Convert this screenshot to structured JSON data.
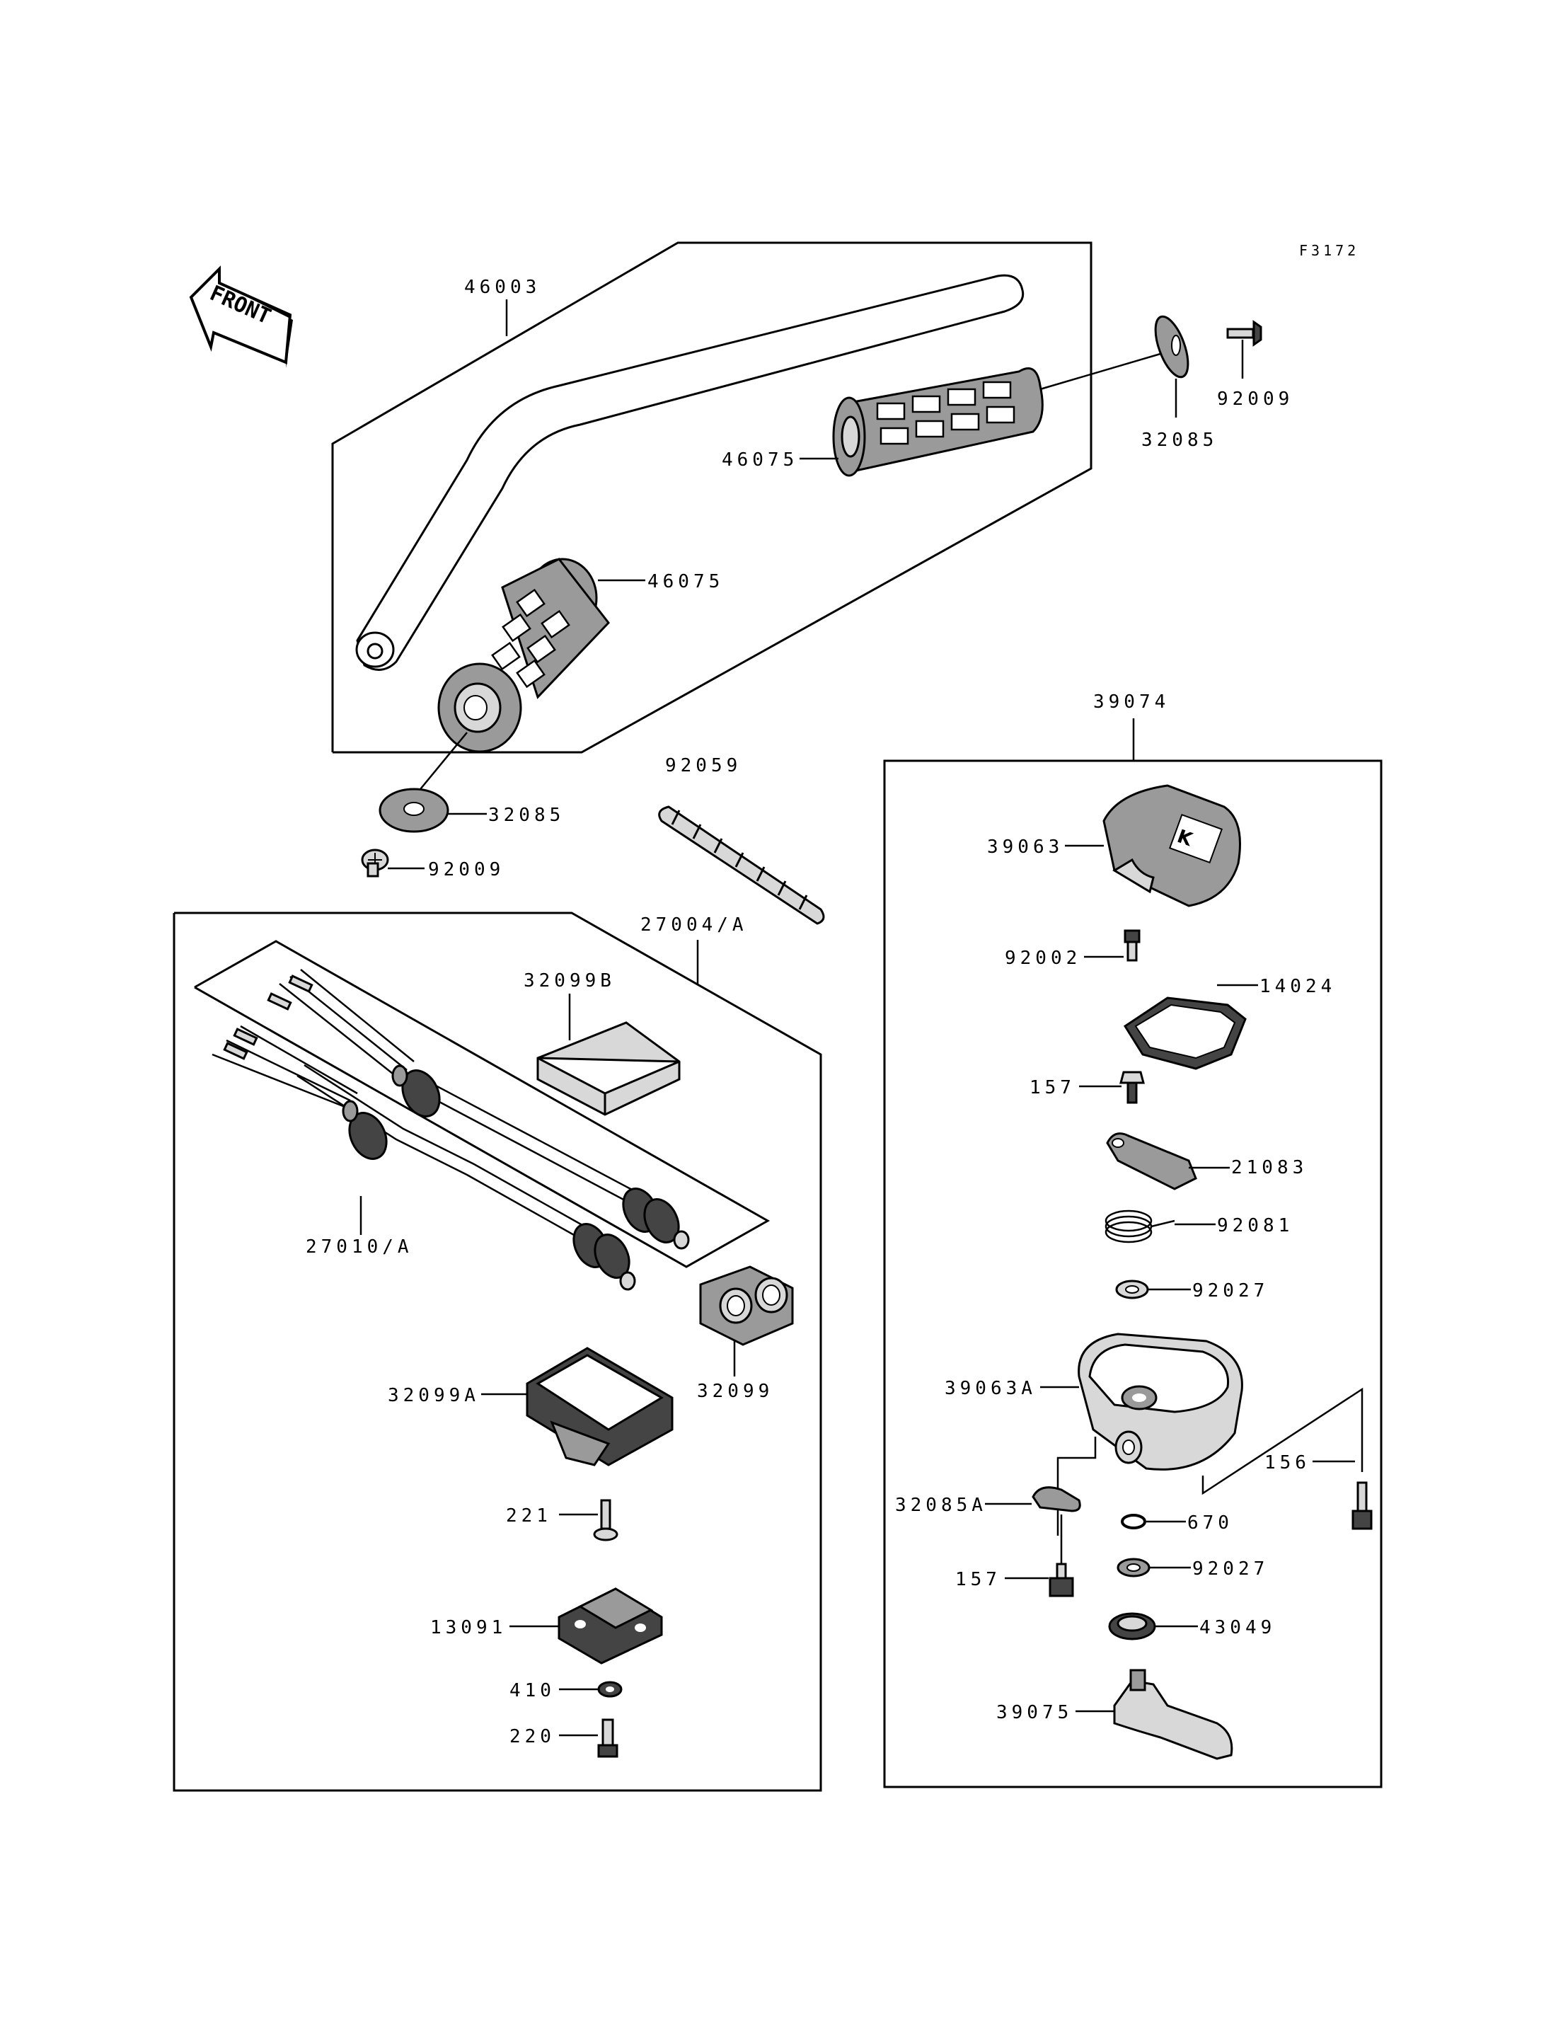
{
  "diagram": {
    "ref_code": "F3172",
    "front_label": "FRONT",
    "labels": {
      "l46003": "46003",
      "l46075a": "46075",
      "l46075b": "46075",
      "l32085a": "32085",
      "l92009a": "92009",
      "l32085b": "32085",
      "l92009b": "92009",
      "l92059": "92059",
      "l27004": "27004/A",
      "l32099B": "32099B",
      "l27010": "27010/A",
      "l32099": "32099",
      "l32099A": "32099A",
      "l221": "221",
      "l13091": "13091",
      "l410": "410",
      "l220": "220",
      "l39074": "39074",
      "l39063": "39063",
      "l92002": "92002",
      "l14024": "14024",
      "l157a": "157",
      "l21083": "21083",
      "l92081": "92081",
      "l92027a": "92027",
      "l39063A": "39063A",
      "l156": "156",
      "l32085A": "32085A",
      "l670": "670",
      "l157b": "157",
      "l92027b": "92027",
      "l43049": "43049",
      "l39075": "39075"
    }
  }
}
